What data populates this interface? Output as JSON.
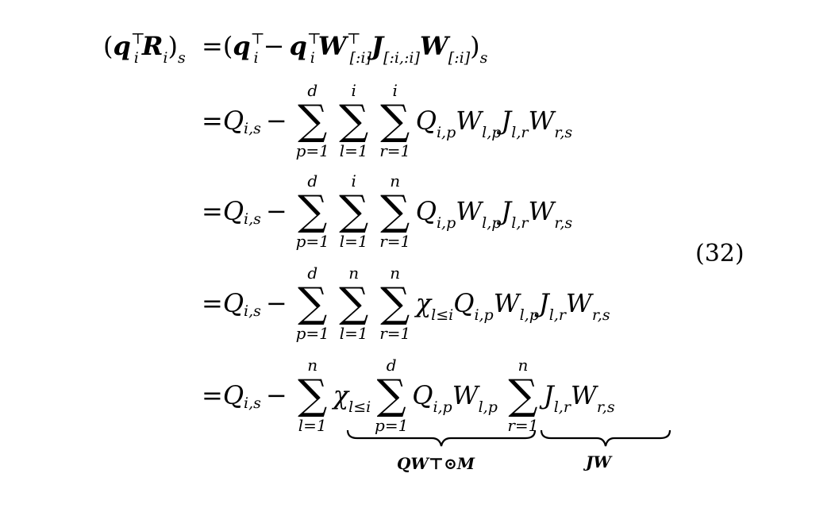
{
  "equation": {
    "number": "(32)",
    "lhs": {
      "open": "(",
      "q": "q",
      "q_sub": "i",
      "q_sup": "⊤",
      "R": "R",
      "R_sub": "i",
      "close": ")",
      "close_sub": "s"
    },
    "line1": {
      "eq": "=",
      "open": "(",
      "q1": "q",
      "q1_sub": "i",
      "q1_sup": "⊤",
      "minus": "−",
      "q2": "q",
      "q2_sub": "i",
      "q2_sup": "⊤",
      "W1": "W",
      "W1_sup": "⊤",
      "W1_sub": "[:i]",
      "J": "J",
      "J_sub": "[:i,:i]",
      "W2": "W",
      "W2_sub": "[:i]",
      "close": ")",
      "close_sub": "s"
    },
    "line2": {
      "eq": "=",
      "Q": "Q",
      "Q_sub": "i,s",
      "minus": "−",
      "sums": [
        {
          "top": "d",
          "bot": "p=1"
        },
        {
          "top": "i",
          "bot": "l=1"
        },
        {
          "top": "i",
          "bot": "r=1"
        }
      ],
      "term": [
        {
          "base": "Q",
          "sub": "i,p"
        },
        {
          "base": "W",
          "sub": "l,p"
        },
        {
          "base": "J",
          "sub": "l,r"
        },
        {
          "base": "W",
          "sub": "r,s"
        }
      ]
    },
    "line3": {
      "eq": "=",
      "Q": "Q",
      "Q_sub": "i,s",
      "minus": "−",
      "sums": [
        {
          "top": "d",
          "bot": "p=1"
        },
        {
          "top": "i",
          "bot": "l=1"
        },
        {
          "top": "n",
          "bot": "r=1"
        }
      ],
      "term": [
        {
          "base": "Q",
          "sub": "i,p"
        },
        {
          "base": "W",
          "sub": "l,p"
        },
        {
          "base": "J",
          "sub": "l,r"
        },
        {
          "base": "W",
          "sub": "r,s"
        }
      ]
    },
    "line4": {
      "eq": "=",
      "Q": "Q",
      "Q_sub": "i,s",
      "minus": "−",
      "sums": [
        {
          "top": "d",
          "bot": "p=1"
        },
        {
          "top": "n",
          "bot": "l=1"
        },
        {
          "top": "n",
          "bot": "r=1"
        }
      ],
      "chi": "χ",
      "chi_sub": "l≤i",
      "term": [
        {
          "base": "Q",
          "sub": "i,p"
        },
        {
          "base": "W",
          "sub": "l,p"
        },
        {
          "base": "J",
          "sub": "l,r"
        },
        {
          "base": "W",
          "sub": "r,s"
        }
      ]
    },
    "line5": {
      "eq": "=",
      "Q": "Q",
      "Q_sub": "i,s",
      "minus": "−",
      "sum_l": {
        "top": "n",
        "bot": "l=1"
      },
      "chi": "χ",
      "chi_sub": "l≤i",
      "sum_p": {
        "top": "d",
        "bot": "p=1"
      },
      "QW": [
        {
          "base": "Q",
          "sub": "i,p"
        },
        {
          "base": "W",
          "sub": "l,p"
        }
      ],
      "sum_r": {
        "top": "n",
        "bot": "r=1"
      },
      "JW": [
        {
          "base": "J",
          "sub": "l,r"
        },
        {
          "base": "W",
          "sub": "r,s"
        }
      ],
      "brace1_label": "QW⊤⊙M",
      "brace2_label": "JW"
    }
  }
}
